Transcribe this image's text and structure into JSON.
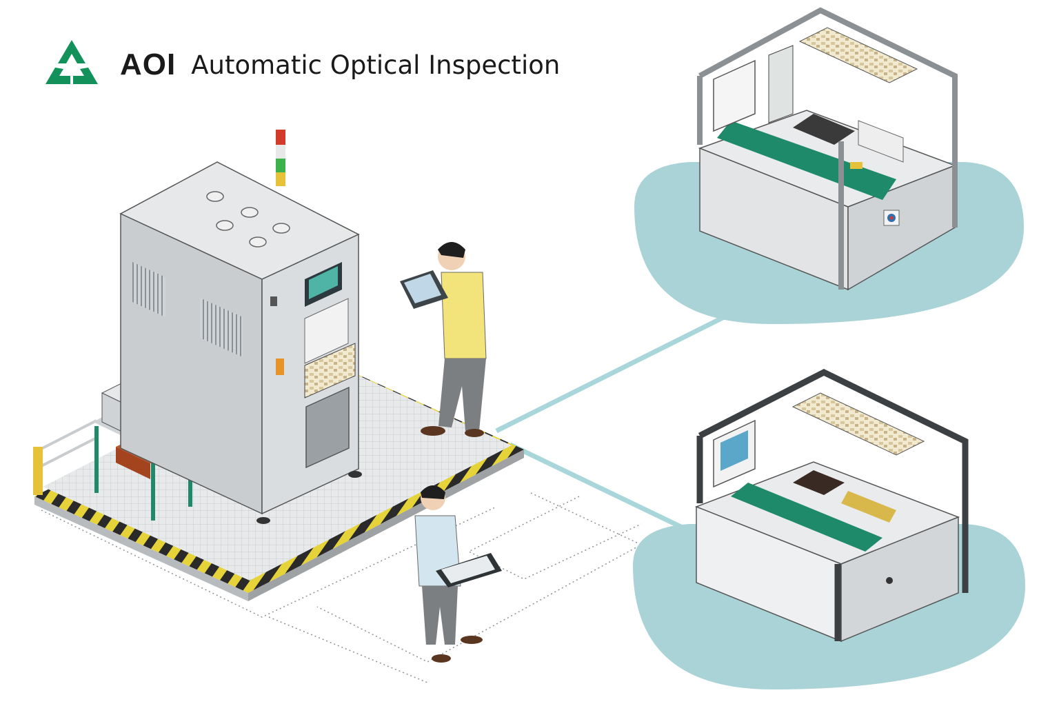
{
  "header": {
    "logo_icon": "recycle-triangle-icon",
    "brand": "AOI",
    "subtitle": "Automatic Optical Inspection"
  },
  "colors": {
    "brand_green": "#12925a",
    "platform_teal": "#a9d3d7",
    "machine_gray": "#d9dcdf",
    "conveyor_green": "#1f8a6a",
    "hazard_yellow": "#e6d33a",
    "link_line": "#a8d6da"
  },
  "scene": {
    "main_machine": "aoi-main-cabinet",
    "stations": [
      "aoi-station-top",
      "aoi-station-bottom"
    ],
    "operators": [
      "operator-with-laptop",
      "operator-with-tablet"
    ]
  }
}
